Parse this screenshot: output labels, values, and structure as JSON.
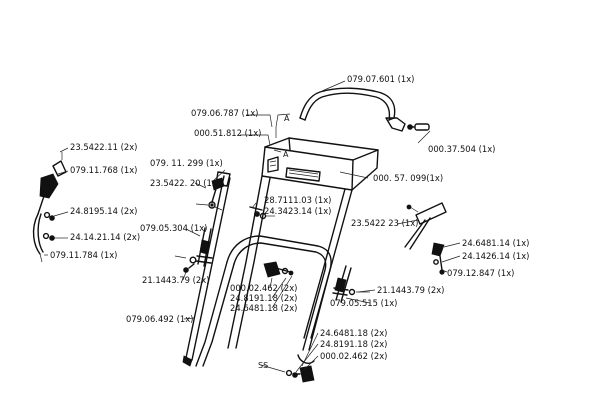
{
  "labels": {
    "l_07907601": "079.07.601  (1x)",
    "l_07906787": "079.06.787 (1x)",
    "l_00051812": "000.51.812  (1x)",
    "l_00037504": "000.37.504  (1x)",
    "l_00057099": "000. 57. 099(1x)",
    "l_2354221": "23.5422.11  (2x)",
    "l_07911768": "079.11.768   (1x)",
    "l_07911299": "079. 11. 299   (1x)",
    "l_2354222": "23.5422. 20  (1x)",
    "l_287111": "28.7111.03  (1x)",
    "l_2434231": "24.3423.14  (1x)",
    "l_2481951": "24.8195.14  (2x)",
    "l_2414211": "24.14.21.14  (2x)",
    "l_07911784": "079.11.784   (1x)",
    "l_07905304": "079.05.304   (1x)",
    "l_2354223": "23.5422 23   (1x)",
    "l_2464811": "24.6481.14  (1x)",
    "l_2414261": "24.1426.14  (1x)",
    "l_07912847": "079.12.847  (1x)",
    "l_2111443a": "21.1443.79  (2x)",
    "l_0000246a": "000.02.462  (2x)",
    "l_2481918a": "24.8191.18  (2x)",
    "l_2464818a": "24.6481.18  (2x)",
    "l_2111443b": "21.1443.79  (2x)",
    "l_07905515": "079.05.515  (1x)",
    "l_07906492": "079.06.492  (1x)",
    "l_2464818b": "24.6481.18  (2x)",
    "l_2481918b": "24.8191.18  (2x)",
    "l_0000246b": "000.02.462  (2x)"
  },
  "markers": {
    "a_top": "A",
    "a_bottom": "A",
    "ss": "SS"
  }
}
